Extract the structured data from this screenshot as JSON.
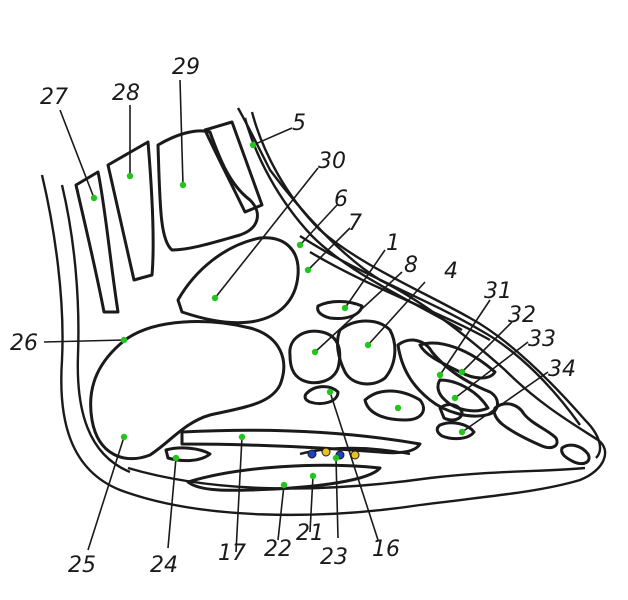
{
  "colors": {
    "bone": "#d9c27e",
    "bone_light": "#efe0a6",
    "muscle": "#c01a14",
    "muscle_dark": "#7a0c08",
    "outline": "#1a1a1a",
    "marker": "#22c51e",
    "fat_pad": "#c8d0d8",
    "vessel_blue": "#2040c0",
    "vessel_yellow": "#e8c020"
  },
  "labels": {
    "l1": "1",
    "l4": "4",
    "l5": "5",
    "l6": "6",
    "l7": "7",
    "l8": "8",
    "l16": "16",
    "l17": "17",
    "l21": "21",
    "l22": "22",
    "l23": "23",
    "l24": "24",
    "l25": "25",
    "l26": "26",
    "l27": "27",
    "l28": "28",
    "l29": "29",
    "l30": "30",
    "l31": "31",
    "l32": "32",
    "l33": "33",
    "l34": "34"
  }
}
